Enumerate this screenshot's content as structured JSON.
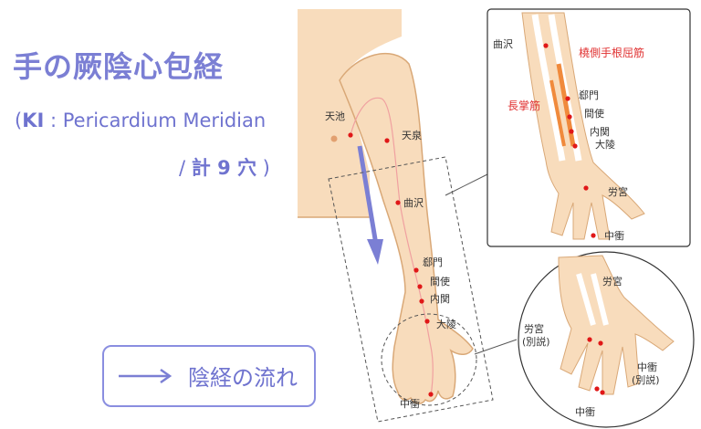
{
  "title": "手の厥陰心包経",
  "subtitle": {
    "open": "(",
    "code": "KI",
    "sep": " : ",
    "name": "Pericardium Meridian"
  },
  "count": {
    "pre": "/ ",
    "label": "計 9 穴",
    "post": " )"
  },
  "legend": {
    "label": "陰経の流れ"
  },
  "points": {
    "tenchi": "天池",
    "tensen": "天泉",
    "kyokutaku": "曲沢",
    "gekimon": "郄門",
    "kanshi": "間使",
    "naikan": "内関",
    "daryo": "大陵",
    "roukyu": "労宮",
    "chusho": "中衝"
  },
  "inset_top": {
    "kyokutaku": "曲沢",
    "muscle1": "橈側手根屈筋",
    "muscle2": "長掌筋",
    "gekimon": "郄門",
    "kanshi": "間使",
    "naikan": "内関",
    "daryo": "大陵",
    "roukyu": "労宮",
    "chusho": "中衝"
  },
  "inset_bottom": {
    "roukyu": "労宮",
    "roukyu_alt": "労宮",
    "roukyu_alt_note": "(別説)",
    "chusho_alt": "中衝",
    "chusho_alt_note": "(別説)",
    "chusho": "中衝"
  },
  "colors": {
    "accent": "#7b7fd4",
    "skin": "#f8dcbc",
    "skin_line": "#d9a877",
    "point": "#e01818",
    "muscle": "#f08a3c"
  }
}
